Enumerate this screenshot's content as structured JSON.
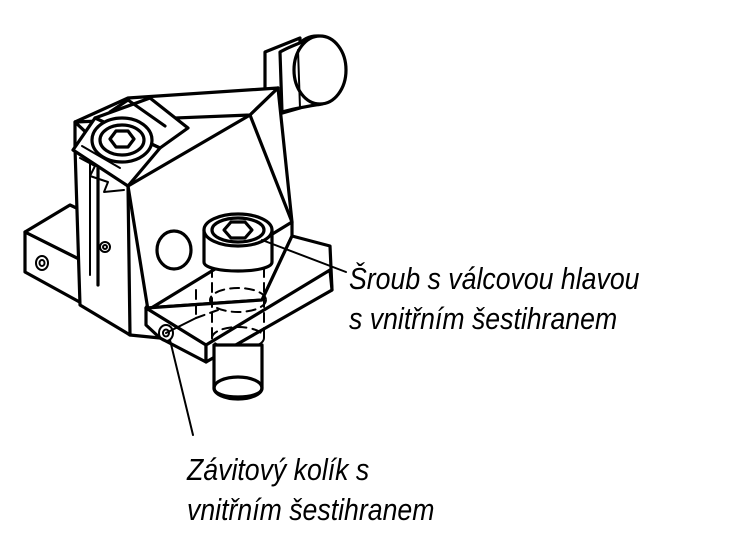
{
  "callouts": [
    {
      "id": "cap-screw",
      "lines": [
        "Šroub s válcovou hlavou",
        "s vnitřním šestihranem"
      ]
    },
    {
      "id": "set-screw",
      "lines": [
        "Závitový kolík s",
        "vnitřním šestihranem"
      ]
    }
  ],
  "colors": {
    "line": "#000000",
    "background": "#ffffff"
  }
}
